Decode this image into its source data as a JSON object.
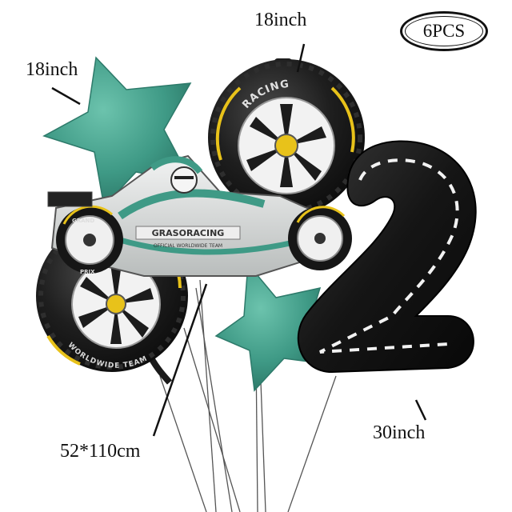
{
  "labels": {
    "top_size": "18inch",
    "left_size": "18inch",
    "car_size": "52*110cm",
    "number_size": "30inch"
  },
  "badge": "6PCS",
  "tire_text": {
    "racing": "RACING",
    "team": "WORLDWIDE TEAM",
    "grand": "GRAND",
    "prix": "PRIX"
  },
  "car_text": {
    "brand": "GRASORACING",
    "sub": "OFFICIAL WORLDWIDE TEAM"
  },
  "number": "2",
  "colors": {
    "teal": "#3f9a86",
    "tire": "#1c1c1c",
    "rim": "#f2f2f2",
    "yellow": "#e8c21a",
    "car_body": "#d9dcdb"
  }
}
